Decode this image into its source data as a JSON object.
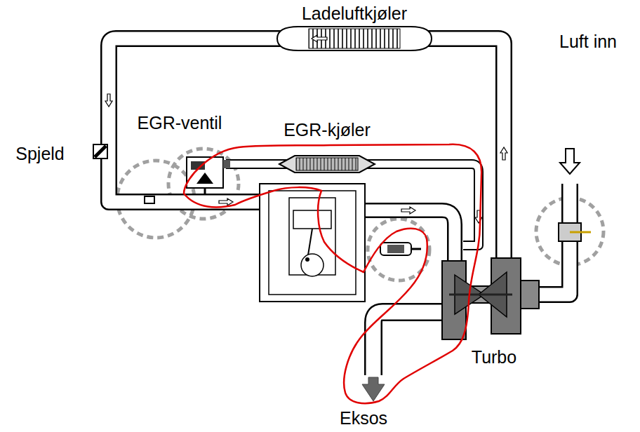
{
  "diagram": {
    "labels": [
      "Ladeluftkjøler",
      "Luft inn",
      "EGR-ventil",
      "EGR-kjøler",
      "Spjeld",
      "Turbo",
      "Eksos"
    ]
  }
}
